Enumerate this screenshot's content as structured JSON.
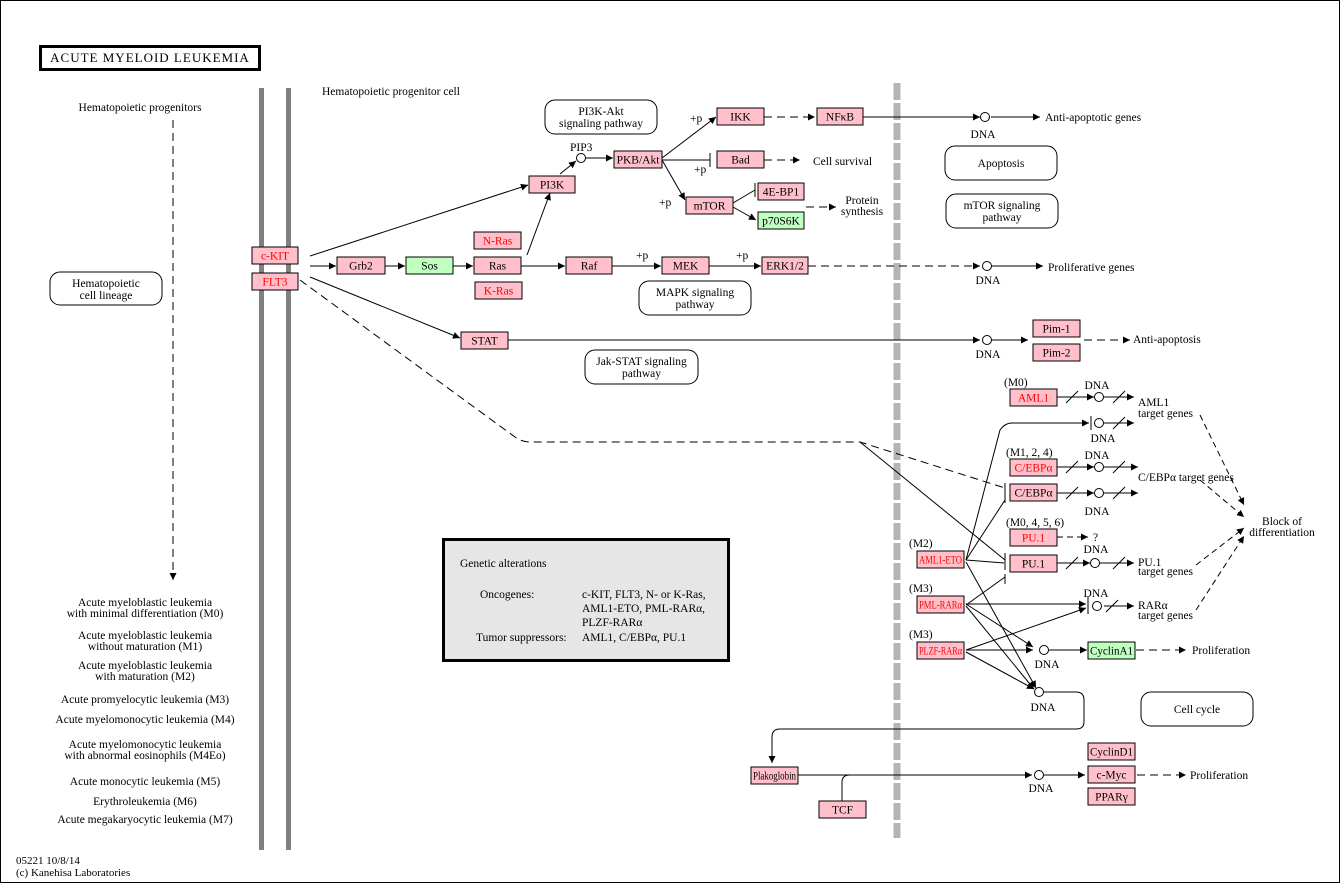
{
  "title": "ACUTE MYELOID LEUKEMIA",
  "footer": {
    "line1": "05221 10/8/14",
    "line2": "(c) Kanehisa Laboratories"
  },
  "colors": {
    "gene_fill": "#ffc0cb",
    "green_fill": "#bfffbf",
    "disease_text": "#ff0000",
    "membrane": "#808080",
    "nuclear": "#b4b4b4",
    "legend_bg": "#e6e6e6"
  },
  "labels": {
    "hematopoietic_progenitors": "Hematopoietic progenitors",
    "progenitor_cell": "Hematopoietic progenitor cell",
    "pip3": "PIP3",
    "cell_survival": "Cell survival",
    "protein_synthesis_1": "Protein",
    "protein_synthesis_2": "synthesis",
    "anti_apoptotic_genes": "Anti-apoptotic genes",
    "proliferative_genes": "Proliferative genes",
    "anti_apoptosis": "Anti-apoptosis",
    "aml1_target_1": "AML1",
    "aml1_target_2": "target genes",
    "cebpa_target": "C/EBPα target genes",
    "pu1_target_1": "PU.1",
    "pu1_target_2": "target genes",
    "rara_target_1": "RARα",
    "rara_target_2": "target genes",
    "block_1": "Block of",
    "block_2": "differentiation",
    "proliferation": "Proliferation",
    "question": "?",
    "dna": "DNA",
    "plus_p": "+p",
    "m0": "(M0)",
    "m124": "(M1, 2, 4)",
    "m0456": "(M0, 4, 5, 6)",
    "m2": "(M2)",
    "m3": "(M3)"
  },
  "pathways": [
    {
      "id": "hematopoietic-cell-lineage",
      "line1": "Hematopoietic",
      "line2": "cell lineage"
    },
    {
      "id": "pi3k-akt",
      "line1": "PI3K-Akt",
      "line2": "signaling pathway"
    },
    {
      "id": "mapk",
      "line1": "MAPK signaling",
      "line2": "pathway"
    },
    {
      "id": "jak-stat",
      "line1": "Jak-STAT signaling",
      "line2": "pathway"
    },
    {
      "id": "apoptosis",
      "line1": "Apoptosis",
      "line2": ""
    },
    {
      "id": "mtor",
      "line1": "mTOR signaling",
      "line2": "pathway"
    },
    {
      "id": "cell-cycle",
      "line1": "Cell cycle",
      "line2": ""
    }
  ],
  "genes": [
    {
      "id": "c-kit",
      "label": "c-KIT",
      "disease": true
    },
    {
      "id": "flt3",
      "label": "FLT3",
      "disease": true
    },
    {
      "id": "grb2",
      "label": "Grb2"
    },
    {
      "id": "sos",
      "label": "Sos",
      "green": true
    },
    {
      "id": "n-ras",
      "label": "N-Ras",
      "disease": true
    },
    {
      "id": "ras",
      "label": "Ras"
    },
    {
      "id": "k-ras",
      "label": "K-Ras",
      "disease": true
    },
    {
      "id": "pi3k",
      "label": "PI3K"
    },
    {
      "id": "pkb-akt",
      "label": "PKB/Akt"
    },
    {
      "id": "ikk",
      "label": "IKK"
    },
    {
      "id": "nfkb",
      "label": "NFκB"
    },
    {
      "id": "bad",
      "label": "Bad"
    },
    {
      "id": "mtor",
      "label": "mTOR"
    },
    {
      "id": "4e-bp1",
      "label": "4E-BP1"
    },
    {
      "id": "p70s6k",
      "label": "p70S6K",
      "green": true
    },
    {
      "id": "raf",
      "label": "Raf"
    },
    {
      "id": "mek",
      "label": "MEK"
    },
    {
      "id": "erk",
      "label": "ERK1/2"
    },
    {
      "id": "stat",
      "label": "STAT"
    },
    {
      "id": "pim-1",
      "label": "Pim-1"
    },
    {
      "id": "pim-2",
      "label": "Pim-2"
    },
    {
      "id": "aml1",
      "label": "AML1",
      "disease": true
    },
    {
      "id": "cebpa-1",
      "label": "C/EBPα",
      "disease": true
    },
    {
      "id": "cebpa-2",
      "label": "C/EBPα"
    },
    {
      "id": "pu1-1",
      "label": "PU.1",
      "disease": true
    },
    {
      "id": "pu1-2",
      "label": "PU.1"
    },
    {
      "id": "aml1-eto",
      "label": "AML1-ETO",
      "disease": true
    },
    {
      "id": "pml-rara",
      "label": "PML-RARα",
      "disease": true
    },
    {
      "id": "plzf-rara",
      "label": "PLZF-RARα",
      "disease": true
    },
    {
      "id": "cyclina1",
      "label": "CyclinA1",
      "green": true
    },
    {
      "id": "cyclind1",
      "label": "CyclinD1"
    },
    {
      "id": "c-myc",
      "label": "c-Myc"
    },
    {
      "id": "ppary",
      "label": "PPARγ"
    },
    {
      "id": "plakoglobin",
      "label": "Plakoglobin"
    },
    {
      "id": "tcf",
      "label": "TCF"
    }
  ],
  "diseases": [
    {
      "line1": "Acute myeloblastic leukemia",
      "line2": "with minimal differentiation (M0)"
    },
    {
      "line1": "Acute myeloblastic leukemia",
      "line2": "without maturation (M1)"
    },
    {
      "line1": "Acute myeloblastic leukemia",
      "line2": "with maturation (M2)"
    },
    {
      "line1": "Acute promyelocytic leukemia (M3)",
      "line2": ""
    },
    {
      "line1": "Acute myelomonocytic leukemia (M4)",
      "line2": ""
    },
    {
      "line1": "Acute myelomonocytic leukemia",
      "line2": "with abnormal eosinophils (M4Eo)"
    },
    {
      "line1": "Acute monocytic leukemia (M5)",
      "line2": ""
    },
    {
      "line1": "Erythroleukemia (M6)",
      "line2": ""
    },
    {
      "line1": "Acute megakaryocytic leukemia (M7)",
      "line2": ""
    }
  ],
  "legend": {
    "heading": "Genetic alterations",
    "oncogenes_label": "Oncogenes:",
    "oncogenes_1": "c-KIT, FLT3, N- or K-Ras,",
    "oncogenes_2": "AML1-ETO, PML-RARα,",
    "oncogenes_3": "PLZF-RARα",
    "suppressors_label": "Tumor suppressors:",
    "suppressors": "AML1, C/EBPα, PU.1"
  }
}
